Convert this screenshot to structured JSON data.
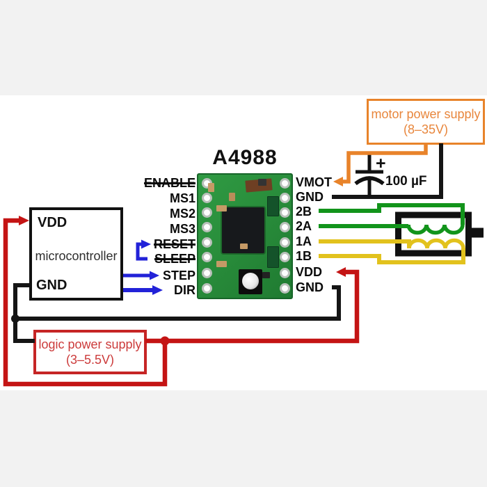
{
  "title": "A4988",
  "pins": {
    "left": [
      {
        "label": "ENABLE"
      },
      {
        "label": "MS1"
      },
      {
        "label": "MS2"
      },
      {
        "label": "MS3"
      },
      {
        "label": "RESET"
      },
      {
        "label": "SLEEP"
      },
      {
        "label": "STEP"
      },
      {
        "label": "DIR"
      }
    ],
    "right": [
      {
        "label": "VMOT"
      },
      {
        "label": "GND"
      },
      {
        "label": "2B"
      },
      {
        "label": "2A"
      },
      {
        "label": "1A"
      },
      {
        "label": "1B"
      },
      {
        "label": "VDD"
      },
      {
        "label": "GND"
      }
    ]
  },
  "boxes": {
    "motor_supply": {
      "line1": "motor power supply",
      "line2": "(8–35V)"
    },
    "logic_supply": {
      "line1": "logic power supply",
      "line2": "(3–5.5V)"
    },
    "microcontroller": {
      "label": "microcontroller",
      "vdd": "VDD",
      "gnd": "GND"
    }
  },
  "capacitor": {
    "value": "100 µF",
    "plus": "+"
  },
  "colors": {
    "motor_supply_accent": "#e8832a",
    "logic_supply_accent": "#c62525",
    "wire_black": "#151515",
    "wire_red": "#c41414",
    "wire_blue": "#2222d8",
    "wire_green": "#12941b",
    "wire_yellow": "#e2c21d",
    "board_green": "#2a8f3c",
    "background_band": "#f2f2f2"
  }
}
